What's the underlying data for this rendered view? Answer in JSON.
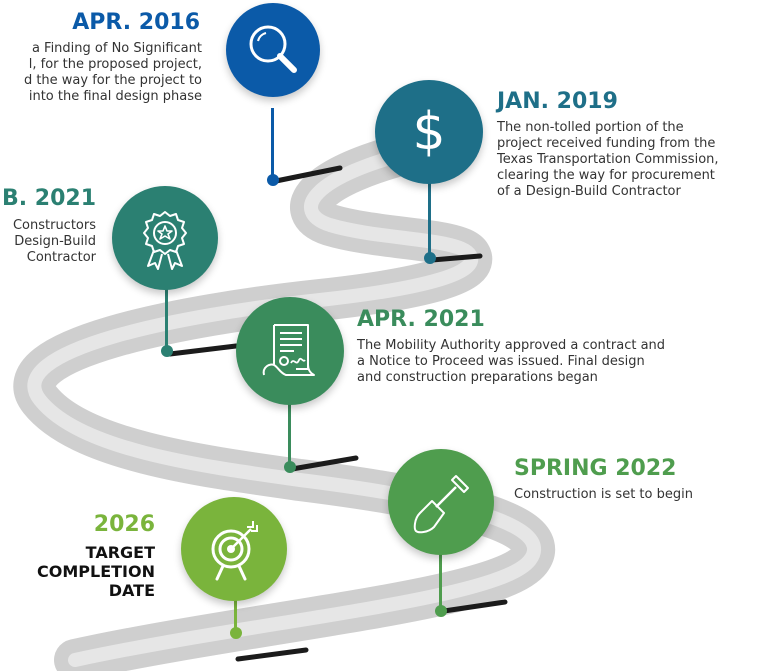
{
  "colors": {
    "blue": "#0b5aa8",
    "teal": "#1e6f88",
    "dark_teal": "#2b8072",
    "green": "#3a8c5c",
    "mid_green": "#4f9d4e",
    "lime": "#7ab43c",
    "road": "#cfcfcf"
  },
  "milestones": [
    {
      "date": "APR. 2016",
      "icon": "magnifier-icon",
      "lines": [
        "a Finding of No Significant",
        "l, for the proposed project,",
        "d the way for the project to",
        "into the final design phase"
      ]
    },
    {
      "date": "JAN. 2019",
      "icon": "dollar-sign-icon",
      "lines": [
        "The non-tolled portion of the",
        "project received funding from the",
        "Texas Transportation Commission,",
        "clearing the way for procurement",
        "of a Design-Build Contractor"
      ]
    },
    {
      "date": "B. 2021",
      "icon": "award-ribbon-icon",
      "lines": [
        "Constructors",
        "Design-Build",
        "Contractor"
      ]
    },
    {
      "date": "APR. 2021",
      "icon": "contract-document-icon",
      "lines": [
        "The Mobility Authority approved a contract and",
        "a Notice to Proceed was issued. Final design",
        "and construction preparations began"
      ]
    },
    {
      "date": "SPRING 2022",
      "icon": "shovel-icon",
      "lines": [
        "Construction is set to begin"
      ]
    },
    {
      "date": "2026",
      "icon": "target-arrow-icon",
      "lines": [
        "TARGET",
        "COMPLETION",
        "DATE"
      ]
    }
  ]
}
